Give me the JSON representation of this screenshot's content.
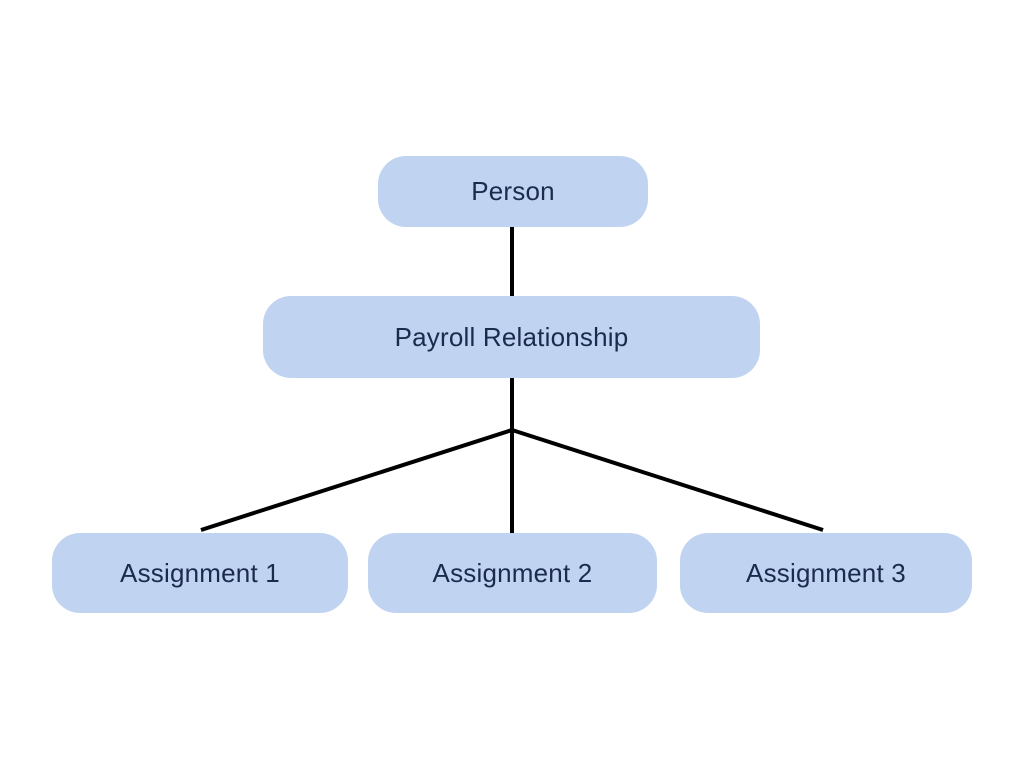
{
  "diagram": {
    "type": "hierarchy",
    "nodes": [
      {
        "id": "person",
        "label": "Person"
      },
      {
        "id": "payroll-relationship",
        "label": "Payroll Relationship"
      },
      {
        "id": "assignment-1",
        "label": "Assignment 1"
      },
      {
        "id": "assignment-2",
        "label": "Assignment 2"
      },
      {
        "id": "assignment-3",
        "label": "Assignment 3"
      }
    ],
    "edges": [
      {
        "from": "person",
        "to": "payroll-relationship"
      },
      {
        "from": "payroll-relationship",
        "to": "assignment-1"
      },
      {
        "from": "payroll-relationship",
        "to": "assignment-2"
      },
      {
        "from": "payroll-relationship",
        "to": "assignment-3"
      }
    ],
    "colors": {
      "node_fill": "#c0d3f0",
      "node_text": "#1b2b4d",
      "edge": "#000000",
      "background": "#ffffff"
    }
  }
}
